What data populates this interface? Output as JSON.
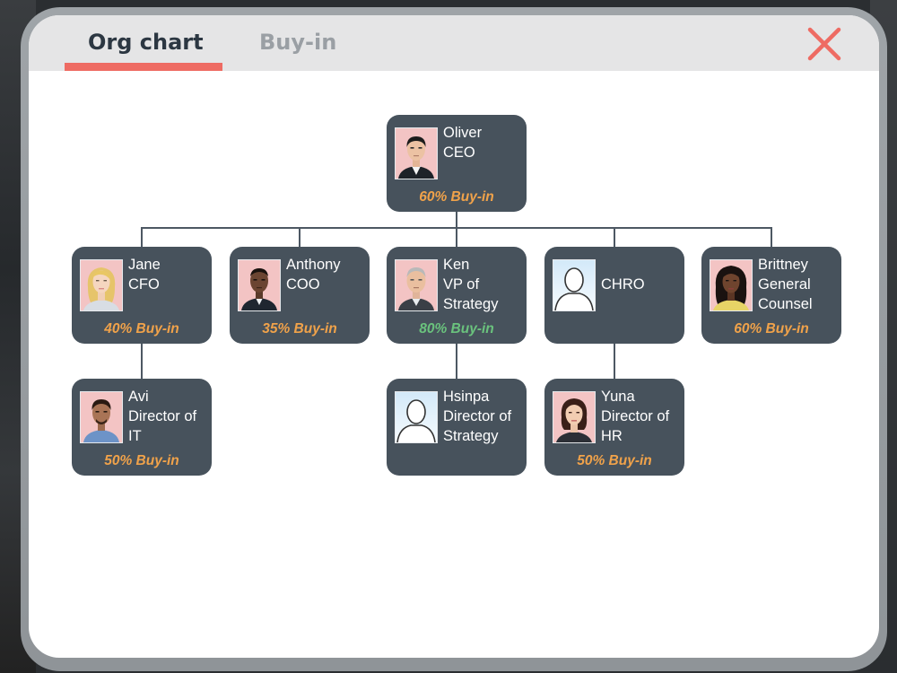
{
  "tabs": {
    "org_chart": "Org chart",
    "buy_in": "Buy-in"
  },
  "colors": {
    "card_bg": "#47525c",
    "buy_in_default": "#f0a24a",
    "buy_in_high": "#6ac27d",
    "tab_underline": "#ee6b63",
    "close_icon": "#ee6b63"
  },
  "people": {
    "oliver": {
      "name": "Oliver",
      "title_lines": [
        "CEO"
      ],
      "buy_in": "60% Buy-in",
      "avatar": "man-suit-portrait-icon"
    },
    "jane": {
      "name": "Jane",
      "title_lines": [
        "CFO"
      ],
      "buy_in": "40% Buy-in",
      "avatar": "blonde-woman-portrait-icon"
    },
    "anthony": {
      "name": "Anthony",
      "title_lines": [
        "COO"
      ],
      "buy_in": "35% Buy-in",
      "avatar": "man-suit-portrait-icon"
    },
    "ken": {
      "name": "Ken",
      "title_lines": [
        "VP of",
        "Strategy"
      ],
      "buy_in": "80% Buy-in",
      "avatar": "grey-haired-man-portrait-icon"
    },
    "chro": {
      "name": "CHRO",
      "title_lines": [],
      "buy_in": "",
      "avatar": "person-silhouette-icon"
    },
    "brittney": {
      "name": "Brittney",
      "title_lines": [
        "General",
        "Counsel"
      ],
      "buy_in": "60% Buy-in",
      "avatar": "woman-portrait-icon"
    },
    "avi": {
      "name": "Avi",
      "title_lines": [
        "Director of",
        "IT"
      ],
      "buy_in": "50% Buy-in",
      "avatar": "man-portrait-icon"
    },
    "hsinpa": {
      "name": "Hsinpa",
      "title_lines": [
        "Director of",
        "Strategy"
      ],
      "buy_in": "",
      "avatar": "person-silhouette-icon"
    },
    "yuna": {
      "name": "Yuna",
      "title_lines": [
        "Director of",
        "HR"
      ],
      "buy_in": "50% Buy-in",
      "avatar": "woman-portrait-icon"
    }
  }
}
